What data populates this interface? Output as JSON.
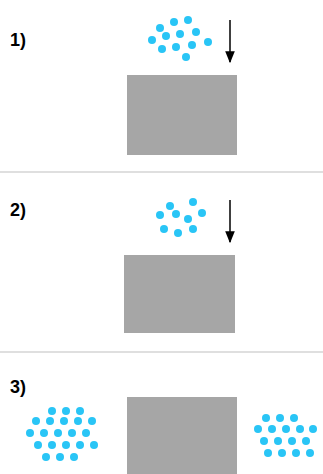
{
  "diagram": {
    "labels": [
      "1)",
      "2)",
      "3)"
    ]
  }
}
